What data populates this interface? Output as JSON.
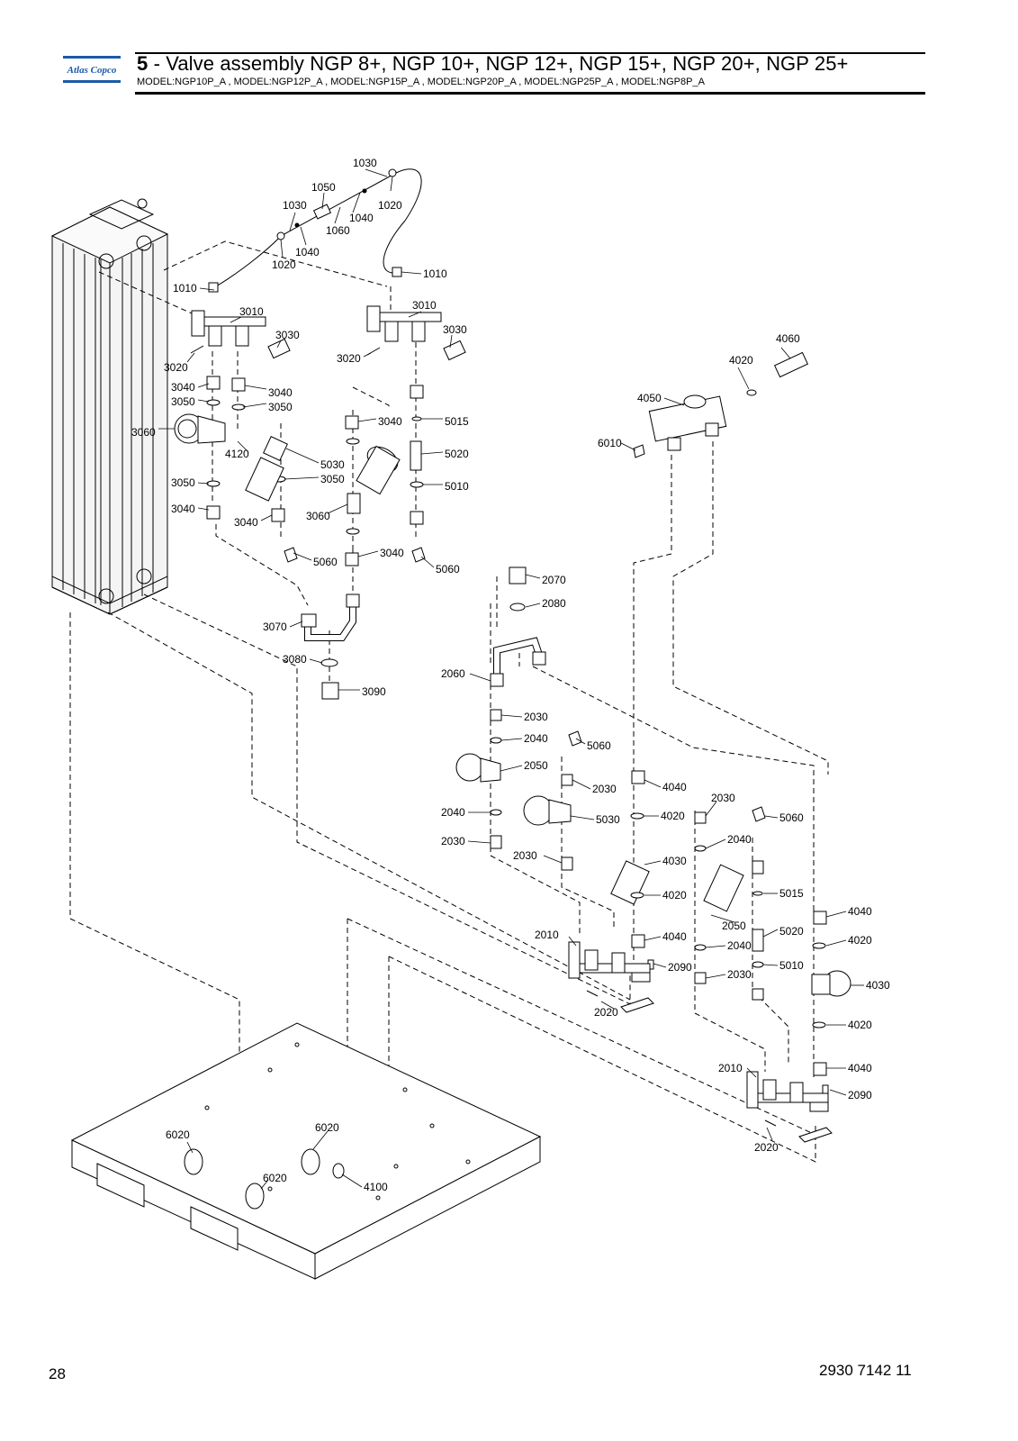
{
  "header": {
    "section_number": "5",
    "title": "- Valve assembly NGP 8+, NGP 10+, NGP 12+, NGP 15+, NGP 20+, NGP 25+",
    "models": "MODEL:NGP10P_A , MODEL:NGP12P_A , MODEL:NGP15P_A , MODEL:NGP20P_A , MODEL:NGP25P_A , MODEL:NGP8P_A"
  },
  "logo": {
    "text": "Atlas Copco",
    "colors": {
      "brand": "#1a5aa8",
      "stripe": "#1a5aa8"
    }
  },
  "footer": {
    "page_number": "28",
    "document_number": "2930 7142 11"
  },
  "callouts": [
    {
      "id": "c1",
      "label": "1030"
    },
    {
      "id": "c2",
      "label": "1050"
    },
    {
      "id": "c3",
      "label": "1030"
    },
    {
      "id": "c4",
      "label": "1020"
    },
    {
      "id": "c5",
      "label": "1040"
    },
    {
      "id": "c6",
      "label": "1060"
    },
    {
      "id": "c7",
      "label": "1040"
    },
    {
      "id": "c8",
      "label": "1020"
    },
    {
      "id": "c9",
      "label": "1010"
    },
    {
      "id": "c10",
      "label": "1010"
    },
    {
      "id": "c11",
      "label": "3010"
    },
    {
      "id": "c12",
      "label": "3010"
    },
    {
      "id": "c13",
      "label": "3030"
    },
    {
      "id": "c14",
      "label": "3030"
    },
    {
      "id": "c15",
      "label": "3020"
    },
    {
      "id": "c16",
      "label": "3020"
    },
    {
      "id": "c17",
      "label": "3040"
    },
    {
      "id": "c18",
      "label": "3040"
    },
    {
      "id": "c19",
      "label": "3050"
    },
    {
      "id": "c20",
      "label": "3050"
    },
    {
      "id": "c21",
      "label": "3040"
    },
    {
      "id": "c22",
      "label": "5015"
    },
    {
      "id": "c23",
      "label": "3060"
    },
    {
      "id": "c24",
      "label": "4120"
    },
    {
      "id": "c25",
      "label": "5020"
    },
    {
      "id": "c26",
      "label": "5030"
    },
    {
      "id": "c27",
      "label": "3050"
    },
    {
      "id": "c28",
      "label": "3050"
    },
    {
      "id": "c29",
      "label": "5010"
    },
    {
      "id": "c30",
      "label": "3040"
    },
    {
      "id": "c31",
      "label": "3040"
    },
    {
      "id": "c32",
      "label": "3060"
    },
    {
      "id": "c33",
      "label": "3040"
    },
    {
      "id": "c34",
      "label": "5060"
    },
    {
      "id": "c35",
      "label": "5060"
    },
    {
      "id": "c36",
      "label": "3070"
    },
    {
      "id": "c37",
      "label": "3080"
    },
    {
      "id": "c38",
      "label": "3090"
    },
    {
      "id": "c39",
      "label": "4060"
    },
    {
      "id": "c40",
      "label": "4020"
    },
    {
      "id": "c41",
      "label": "4050"
    },
    {
      "id": "c42",
      "label": "6010"
    },
    {
      "id": "c43",
      "label": "2070"
    },
    {
      "id": "c44",
      "label": "2080"
    },
    {
      "id": "c45",
      "label": "2060"
    },
    {
      "id": "c46",
      "label": "2030"
    },
    {
      "id": "c47",
      "label": "2040"
    },
    {
      "id": "c48",
      "label": "5060"
    },
    {
      "id": "c49",
      "label": "2050"
    },
    {
      "id": "c50",
      "label": "2030"
    },
    {
      "id": "c51",
      "label": "4040"
    },
    {
      "id": "c52",
      "label": "2040"
    },
    {
      "id": "c53",
      "label": "5030"
    },
    {
      "id": "c54",
      "label": "4020"
    },
    {
      "id": "c55",
      "label": "2030"
    },
    {
      "id": "c56",
      "label": "5060"
    },
    {
      "id": "c57",
      "label": "2030"
    },
    {
      "id": "c58",
      "label": "2030"
    },
    {
      "id": "c59",
      "label": "2040"
    },
    {
      "id": "c60",
      "label": "4030"
    },
    {
      "id": "c61",
      "label": "4020"
    },
    {
      "id": "c62",
      "label": "5015"
    },
    {
      "id": "c63",
      "label": "4040"
    },
    {
      "id": "c64",
      "label": "2050"
    },
    {
      "id": "c65",
      "label": "2010"
    },
    {
      "id": "c66",
      "label": "4040"
    },
    {
      "id": "c67",
      "label": "5020"
    },
    {
      "id": "c68",
      "label": "4020"
    },
    {
      "id": "c69",
      "label": "2040"
    },
    {
      "id": "c70",
      "label": "2090"
    },
    {
      "id": "c71",
      "label": "5010"
    },
    {
      "id": "c72",
      "label": "2030"
    },
    {
      "id": "c73",
      "label": "4030"
    },
    {
      "id": "c74",
      "label": "2020"
    },
    {
      "id": "c75",
      "label": "4020"
    },
    {
      "id": "c76",
      "label": "2010"
    },
    {
      "id": "c77",
      "label": "4040"
    },
    {
      "id": "c78",
      "label": "2090"
    },
    {
      "id": "c79",
      "label": "2020"
    },
    {
      "id": "c80",
      "label": "6020"
    },
    {
      "id": "c81",
      "label": "6020"
    },
    {
      "id": "c82",
      "label": "6020"
    },
    {
      "id": "c83",
      "label": "4100"
    }
  ]
}
